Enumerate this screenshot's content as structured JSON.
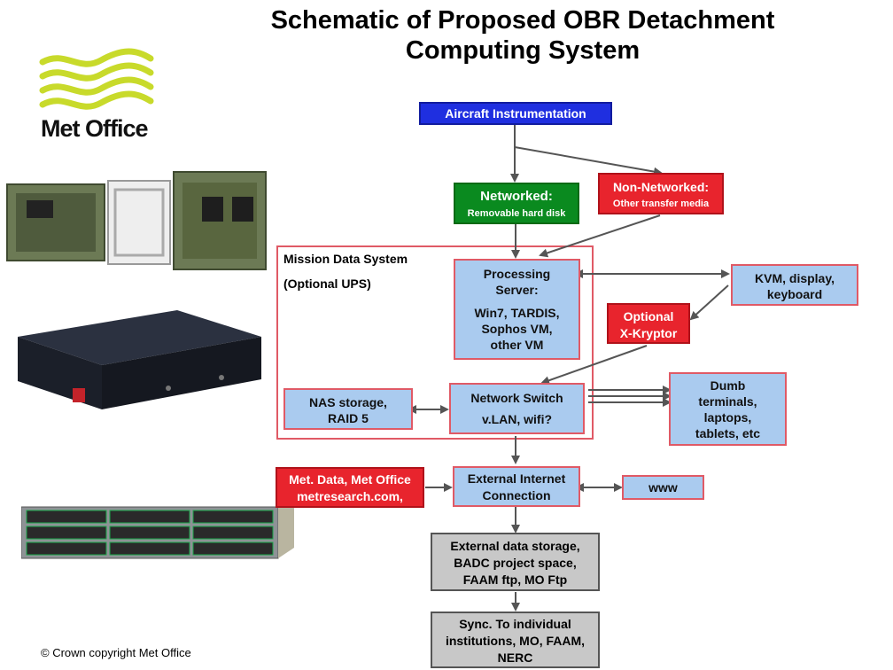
{
  "title": {
    "line1": "Schematic of Proposed OBR Detachment",
    "line2": "Computing System"
  },
  "logo": {
    "text": "Met Office",
    "icon": "met-office-wave-logo",
    "color": "#c8da2b"
  },
  "diagram": {
    "aircraft_instrumentation": "Aircraft Instrumentation",
    "networked": {
      "title": "Networked:",
      "subtitle": "Removable hard disk"
    },
    "non_networked": {
      "title": "Non-Networked:",
      "subtitle": "Other transfer media"
    },
    "mission_data_system": {
      "label": "Mission Data System",
      "ups": "(Optional UPS)"
    },
    "processing_server": {
      "line1": "Processing",
      "line2": "Server:",
      "line3": "Win7, TARDIS,",
      "line4": "Sophos VM,",
      "line5": "other VM"
    },
    "kvm": {
      "line1": "KVM, display,",
      "line2": "keyboard"
    },
    "x_kryptor": {
      "line1": "Optional",
      "line2": "X-Kryptor"
    },
    "nas_storage": {
      "line1": "NAS storage,",
      "line2": "RAID 5"
    },
    "network_switch": {
      "line1": "Network Switch",
      "line2": "v.LAN, wifi?"
    },
    "dumb_terminals": {
      "line1": "Dumb",
      "line2": "terminals,",
      "line3": "laptops,",
      "line4": "tablets, etc"
    },
    "met_data": {
      "line1": "Met. Data, Met Office",
      "line2": "metresearch.com,"
    },
    "external_internet": {
      "line1": "External Internet",
      "line2": "Connection"
    },
    "www": "www",
    "external_storage": {
      "line1": "External data storage,",
      "line2": "BADC project space,",
      "line3": "FAAM ftp, MO Ftp"
    },
    "sync": {
      "line1": "Sync. To individual",
      "line2": "institutions, MO, FAAM,",
      "line3": "NERC"
    }
  },
  "colors": {
    "blue_box": "#aacbef",
    "red_box": "#e8242d",
    "green_box": "#0a8a1f",
    "navy_box": "#1f2fe0",
    "grey_box": "#c8c8c8",
    "frame_border": "#e05a66"
  },
  "copyright": "© Crown copyright   Met Office"
}
